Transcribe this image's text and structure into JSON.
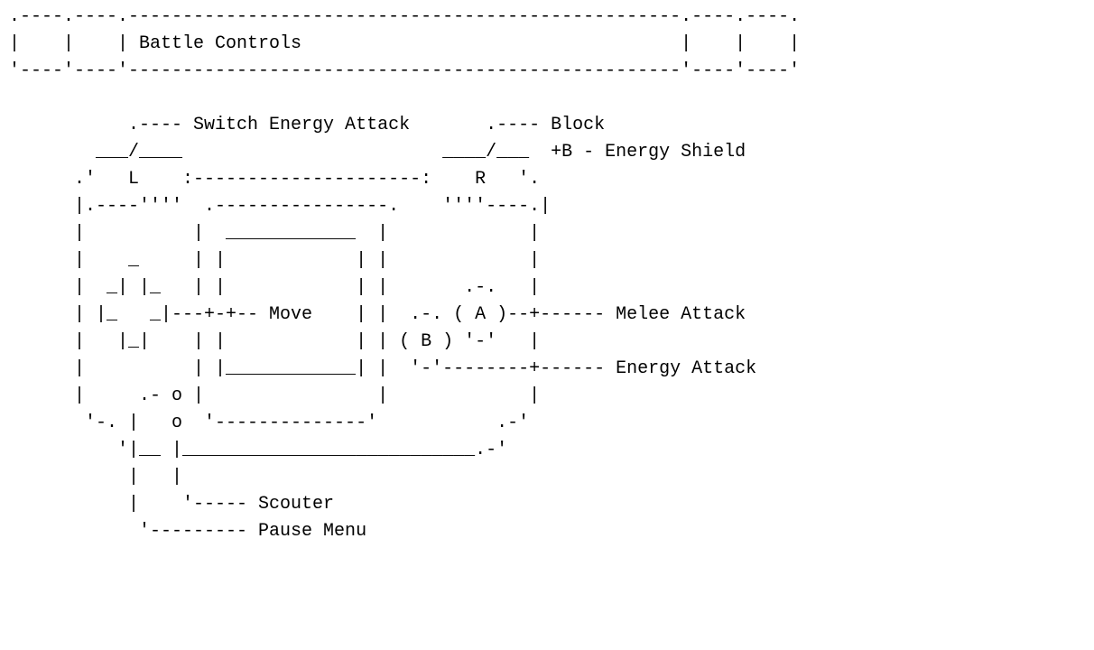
{
  "title": "Battle Controls",
  "lines": [
    ".----.----.---------------------------------------------------.----.----.",
    "|    |    | Battle Controls                                   |    |    |",
    "'----'----'---------------------------------------------------'----'----'",
    "",
    "           .---- Switch Energy Attack       .---- Block",
    "        ___/____                        ____/___  +B - Energy Shield",
    "      .'   L    :---------------------:    R   '.",
    "      |.----''''  .----------------.    ''''----.|",
    "      |          |  ____________  |             |",
    "      |    _     | |            | |             |",
    "      |  _| |_   | |            | |       .-.   |",
    "      | |_   _|---+-+-- Move    | |  .-. ( A )--+------ Melee Attack",
    "      |   |_|    | |            | | ( B ) '-'   |",
    "      |          | |____________| |  '-'--------+------ Energy Attack",
    "      |     .- o |                |             |",
    "       '-. |   o  '--------------'           .-'",
    "          '|__ |___________________________.-'",
    "           |   |",
    "           |    '----- Scouter",
    "            '--------- Pause Menu"
  ]
}
